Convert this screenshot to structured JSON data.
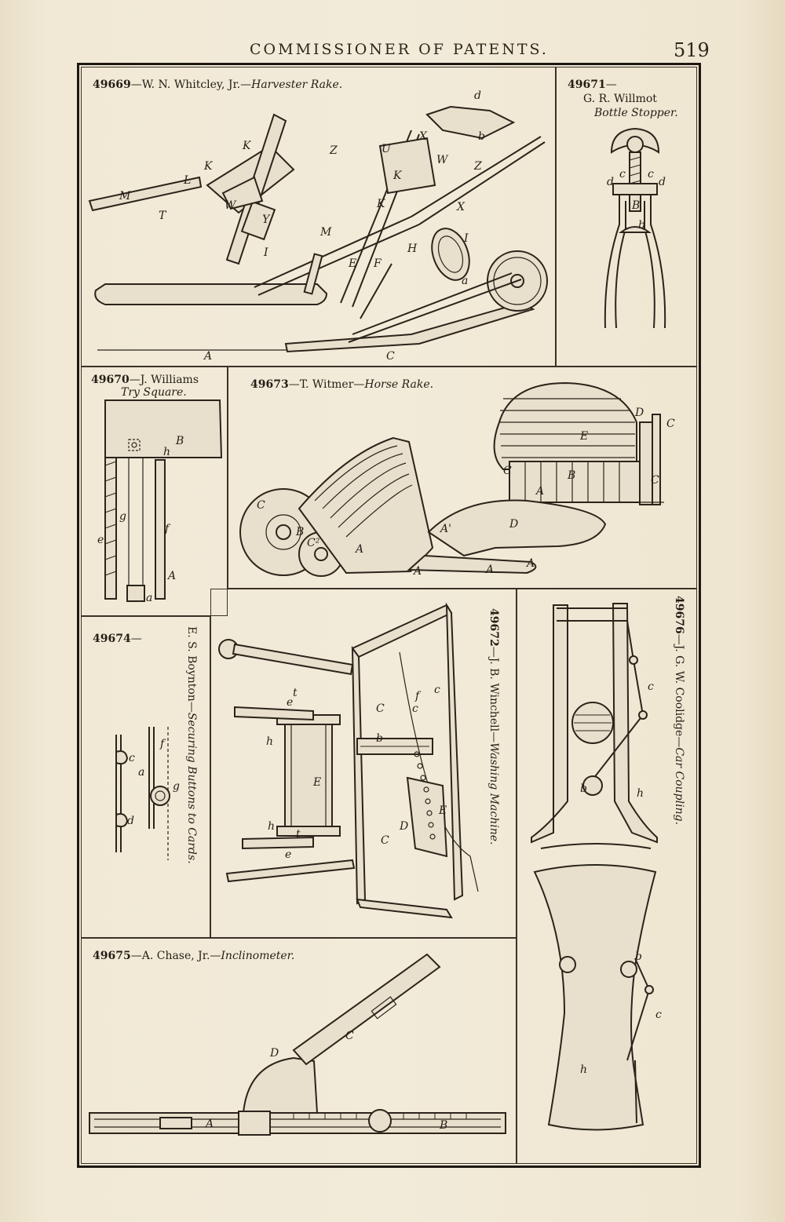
{
  "header": {
    "title": "COMMISSIONER OF PATENTS.",
    "page_number": "519"
  },
  "patents": [
    {
      "number": "49669",
      "inventor": "W. N. Whitcley, Jr.",
      "title": "Harvester Rake.",
      "letters": [
        "d",
        "X",
        "b",
        "U",
        "W",
        "Z",
        "K",
        "K",
        "K",
        "M",
        "L",
        "T",
        "W",
        "Y",
        "Z",
        "K",
        "I",
        "M",
        "H",
        "X",
        "I",
        "E",
        "F",
        "a",
        "A",
        "C"
      ]
    },
    {
      "number": "49671",
      "inventor": "G. R. Willmot",
      "title": "Bottle Stopper.",
      "letters": [
        "c",
        "c",
        "d",
        "d",
        "B",
        "b"
      ]
    },
    {
      "number": "49670",
      "inventor": "J. Williams",
      "title": "Try Square.",
      "letters": [
        "B",
        "h",
        "g",
        "f",
        "e",
        "A",
        "a"
      ]
    },
    {
      "number": "49673",
      "inventor": "T. Witmer",
      "title": "Horse Rake.",
      "letters": [
        "E",
        "D",
        "C",
        "C",
        "B",
        "C",
        "A",
        "C",
        "A'",
        "D",
        "B",
        "C²",
        "A",
        "A",
        "A",
        "A"
      ]
    },
    {
      "number": "49674",
      "inventor": "E. S. Boynton",
      "title": "Securing Buttons to Cards.",
      "letters": [
        "f",
        "c",
        "a",
        "g",
        "d"
      ]
    },
    {
      "number": "49672",
      "inventor": "J. B. Winchell",
      "title": "Washing Machine.",
      "letters": [
        "t",
        "e",
        "c",
        "f",
        "c",
        "C",
        "b",
        "h",
        "E",
        "E",
        "D",
        "C",
        "h",
        "t",
        "e"
      ]
    },
    {
      "number": "49676",
      "inventor": "J. G. W. Coolidge",
      "title": "Car Coupling.",
      "letters": [
        "c",
        "b",
        "h",
        "b",
        "c",
        "h"
      ]
    },
    {
      "number": "49675",
      "inventor": "A. Chase, Jr.",
      "title": "Inclinometer.",
      "letters": [
        "C",
        "D",
        "A",
        "B"
      ]
    }
  ]
}
